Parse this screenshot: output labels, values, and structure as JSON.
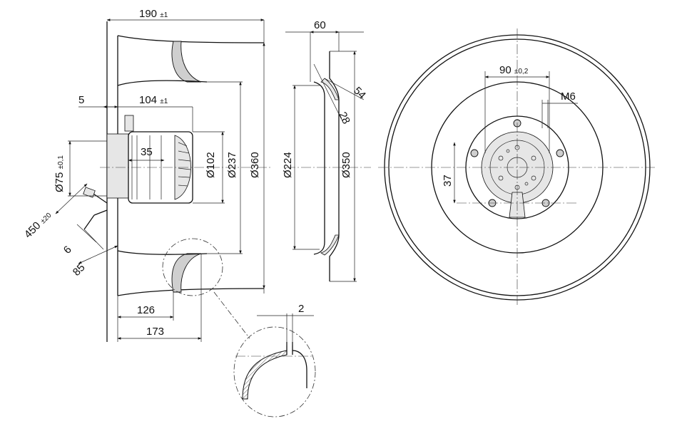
{
  "labels": {
    "side_width_190": "190",
    "side_width_190_tol": "±1",
    "offset_5": "5",
    "hub_104": "104",
    "hub_104_tol": "±1",
    "hub_35": "35",
    "dia_102": "Ø102",
    "dia_237": "Ø237",
    "dia_360": "Ø360",
    "dia_75": "Ø75",
    "dia_75_tol": "±0,1",
    "cable_450": "450",
    "cable_450_tol": "±20",
    "cable_6": "6",
    "cable_85": "85",
    "base_126": "126",
    "base_173": "173",
    "ring_width_60": "60",
    "ring_54": "54",
    "ring_28": "28",
    "dia_224": "Ø224",
    "dia_350": "Ø350",
    "detail_2": "2",
    "bolt_90": "90",
    "bolt_90_tol": "±0,2",
    "thread_m6": "M6",
    "offset_37": "37"
  }
}
